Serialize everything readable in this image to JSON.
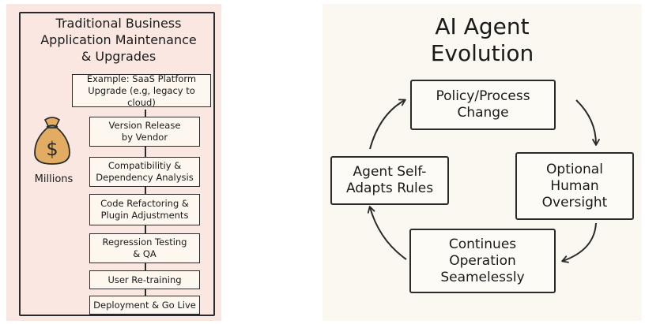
{
  "left": {
    "title": "Traditional Business\nApplication Maintenance\n& Upgrades",
    "cost_label": "Millions",
    "steps": [
      "Example: SaaS Platform\nUpgrade (e.g, legacy to cloud)",
      "Version Release\nby Vendor",
      "Compatibilitiy &\nDependency Analysis",
      "Code Refactoring &\nPlugin Adjustments",
      "Regression Testing\n& QA",
      "User Re-training",
      "Deployment & Go Live"
    ]
  },
  "right": {
    "title": "AI Agent\nEvolution",
    "cycle": [
      "Policy/Process\nChange",
      "Optional\nHuman\nOversight",
      "Continues\nOperation\nSeamelessly",
      "Agent Self-\nAdapts Rules"
    ]
  },
  "colors": {
    "left_background": "#fbe7e1",
    "box_fill": "#fdf7ef",
    "right_background": "#fbf8f1",
    "line": "#2a2a2a"
  },
  "icons": [
    "money-bag-icon",
    "dollar-sign-icon",
    "cycle-arrow-icon"
  ]
}
